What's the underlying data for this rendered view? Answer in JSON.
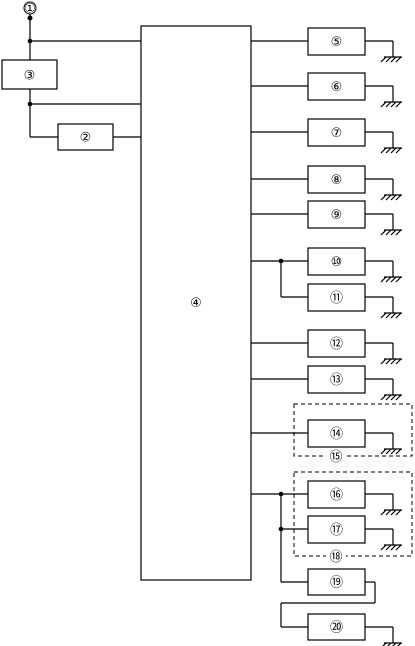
{
  "labels": {
    "n1": "1",
    "n2": "2",
    "n3": "3",
    "n4": "4",
    "n5": "5",
    "n6": "6",
    "n7": "7",
    "n8": "8",
    "n9": "9",
    "n10": "10",
    "n11": "11",
    "n12": "12",
    "n13": "13",
    "n14": "14",
    "n15": "15",
    "n16": "16",
    "n17": "17",
    "n18": "18",
    "n19": "19",
    "n20": "20"
  },
  "colors": {
    "line": "#000000",
    "background": "#ffffff"
  }
}
